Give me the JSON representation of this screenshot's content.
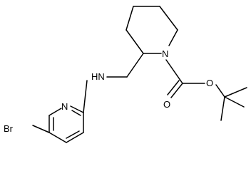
{
  "atoms": {
    "br": "Br",
    "pyridine_n": "N",
    "amine_nh": "HN",
    "piperidine_n": "N",
    "ether_o": "O",
    "carbonyl_o": "O"
  },
  "colors": {
    "bond": "#000000",
    "background": "#ffffff"
  }
}
